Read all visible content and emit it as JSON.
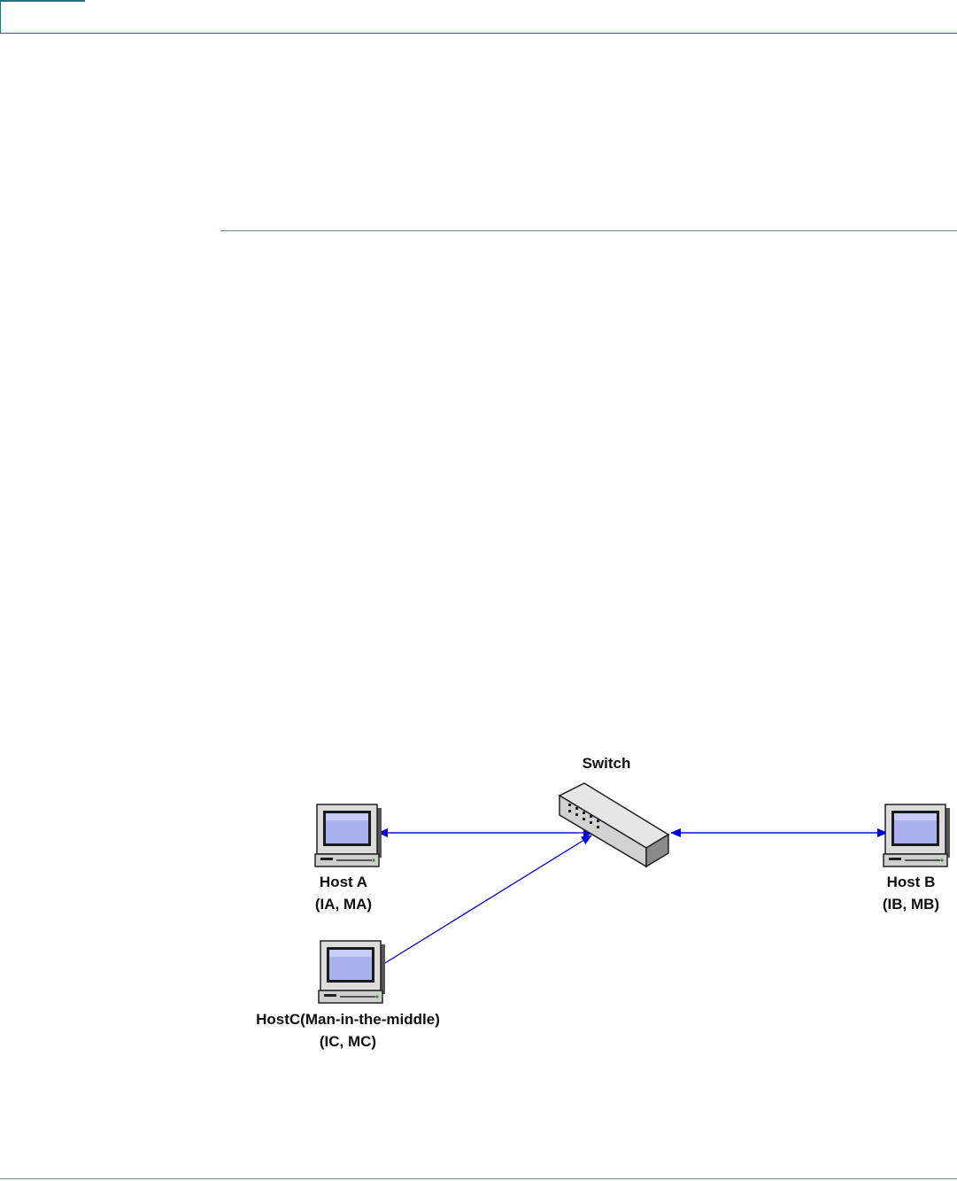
{
  "diagram": {
    "switch": {
      "label": "Switch"
    },
    "hosts": [
      {
        "id": "host-a",
        "name": "Host A",
        "address": "(IA, MA)"
      },
      {
        "id": "host-b",
        "name": "Host B",
        "address": "(IB, MB)"
      },
      {
        "id": "host-c",
        "name": "HostC(Man-in-the-middle)",
        "address": "(IC, MC)"
      }
    ]
  },
  "colors": {
    "accent": "#2e6d7c",
    "link": "#0000dd",
    "screen": "#a9b2ee"
  }
}
